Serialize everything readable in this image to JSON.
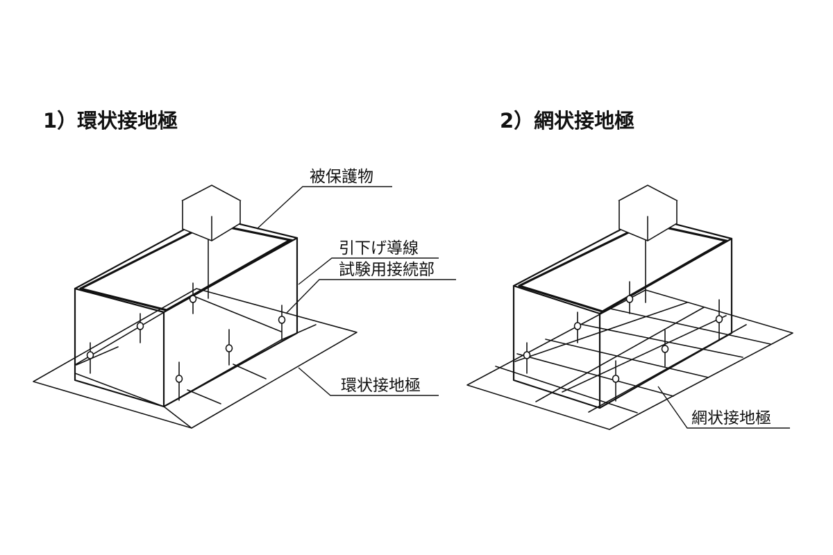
{
  "titles": {
    "ring": "1）環状接地極",
    "mesh": "2）網状接地極"
  },
  "labels": {
    "protected_object": "被保護物",
    "down_conductor": "引下げ導線",
    "test_joint": "試験用接続部",
    "ring_electrode": "環状接地極",
    "mesh_electrode": "網状接地極"
  }
}
